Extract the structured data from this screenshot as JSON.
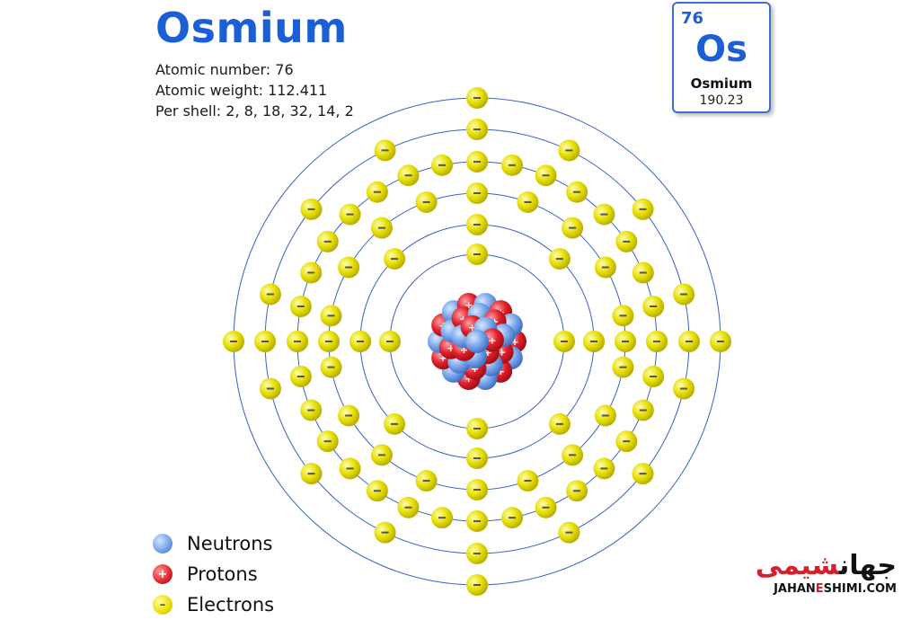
{
  "title": "Osmium",
  "info": {
    "atomic_number": "Atomic number: 76",
    "atomic_weight": "Atomic weight: 112.411",
    "per_shell": "Per shell:  2, 8, 18, 32, 14, 2"
  },
  "element_tile": {
    "number": "76",
    "symbol": "Os",
    "name": "Osmium",
    "mass": "190.23"
  },
  "shells": [
    2,
    8,
    18,
    32,
    14,
    2
  ],
  "legend": {
    "neutrons": "Neutrons",
    "protons": "Protons",
    "electrons": "Electrons"
  },
  "watermark": {
    "text_fa_main": "جهان",
    "text_fa_accent": "شیمی",
    "text_en_left": "JAHAN",
    "text_en_accent": "E",
    "text_en_right": "SHIMI.COM"
  },
  "colors": {
    "title": "#1a5fd6",
    "orbit": "#3a5fc8",
    "electron": "#e8e000",
    "proton": "#e0202a",
    "neutron": "#6f9ee6"
  }
}
